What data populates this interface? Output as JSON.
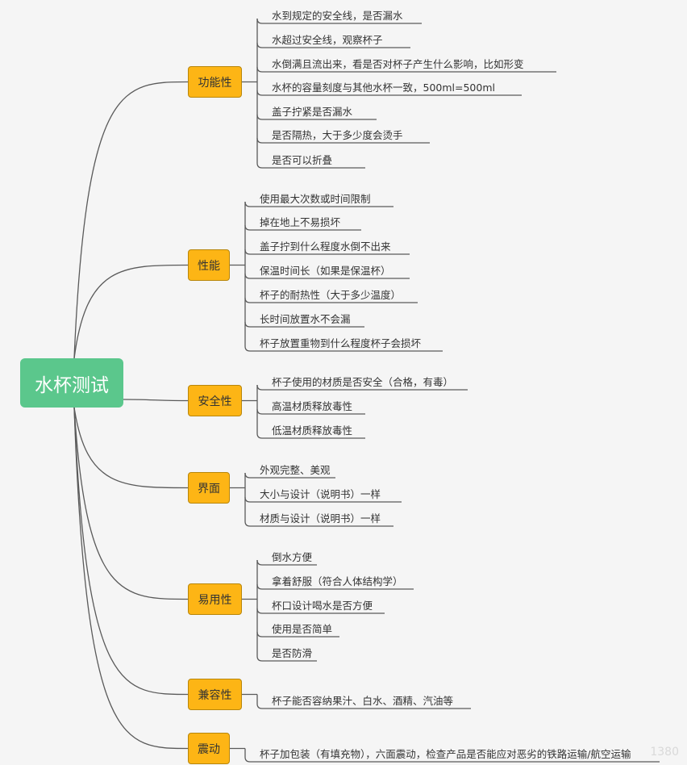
{
  "root": "水杯测试",
  "branches": [
    {
      "label": "功能性",
      "items": [
        "水到规定的安全线，是否漏水",
        "水超过安全线，观察杯子",
        "水倒满且流出来，看是否对杯子产生什么影响，比如形变",
        "水杯的容量刻度与其他水杯一致，500ml=500ml",
        "盖子拧紧是否漏水",
        "是否隔热，大于多少度会烫手",
        "是否可以折叠"
      ]
    },
    {
      "label": "性能",
      "items": [
        "使用最大次数或时间限制",
        "掉在地上不易损坏",
        "盖子拧到什么程度水倒不出来",
        "保温时间长（如果是保温杯）",
        "杯子的耐热性（大于多少温度）",
        "长时间放置水不会漏",
        "杯子放置重物到什么程度杯子会损坏"
      ]
    },
    {
      "label": "安全性",
      "items": [
        "杯子使用的材质是否安全（合格，有毒）",
        "高温材质释放毒性",
        "低温材质释放毒性"
      ]
    },
    {
      "label": "界面",
      "items": [
        "外观完整、美观",
        "大小与设计（说明书）一样",
        "材质与设计（说明书）一样"
      ]
    },
    {
      "label": "易用性",
      "items": [
        "倒水方便",
        "拿着舒服（符合人体结构学）",
        "杯口设计喝水是否方便",
        "使用是否简单",
        "是否防滑"
      ]
    },
    {
      "label": "兼容性",
      "items": [
        "杯子能否容纳果汁、白水、酒精、汽油等"
      ]
    },
    {
      "label": "震动",
      "items": [
        "杯子加包装（有填充物），六面震动，检查产品是否能应对恶劣的铁路运输/航空运输"
      ]
    }
  ],
  "watermark": "1380"
}
